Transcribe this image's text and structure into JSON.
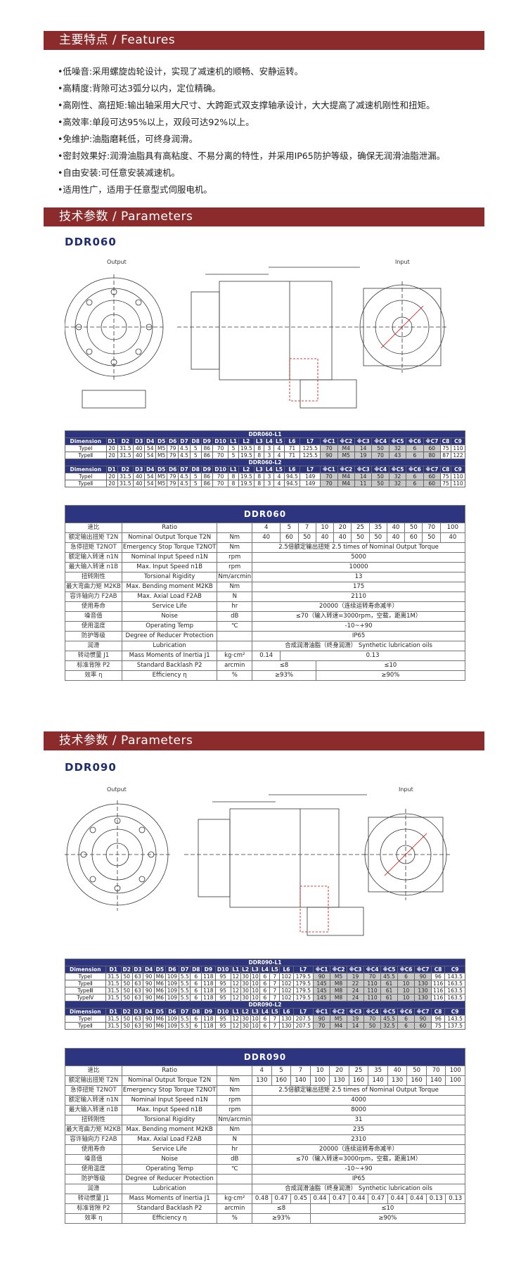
{
  "features_banner": "主要特点  / Features",
  "features": [
    "•低噪音:采用螺旋齿轮设计，实现了减速机的顺畅、安静运转。",
    "•高精度:背隙可达3弧分以内，定位精确。",
    "•高刚性、高扭矩:输出轴采用大尺寸、大跨距式双支撑轴承设计，大大提高了减速机刚性和扭矩。",
    "•高效率:单段可达95%以上，双段可达92%以上。",
    "•免维护:油脂磨耗低，可终身润滑。",
    "•密封效果好:润滑油脂具有高粘度、不易分离的特性，并采用IP65防护等级，确保无润滑油脂泄漏。",
    "•自由安装:可任意安装减速机。",
    "•适用性广，适用于任意型式伺服电机。"
  ],
  "params_banner": "技术参数  / Parameters",
  "dim_headers": [
    "Dimension",
    "D1",
    "D2",
    "D3",
    "D4",
    "D5",
    "D6",
    "D7",
    "D8",
    "D9",
    "D10",
    "L1",
    "L2",
    "L3",
    "L4",
    "L5",
    "L6",
    "L7",
    "※C1",
    "※C2",
    "※C3",
    "※C4",
    "※C5",
    "※C6",
    "※C7",
    "C8",
    "C9"
  ],
  "drawing_labels": {
    "output": "Output",
    "input": "Input"
  },
  "ddr060": {
    "model": "DDR060",
    "l1_title": "DDR060-L1",
    "l1_rows": [
      [
        "TypeⅠ",
        "20",
        "31.5",
        "40",
        "54",
        "M5",
        "79",
        "4.5",
        "5",
        "86",
        "70",
        "5",
        "19.5",
        "8",
        "3",
        "4",
        "71",
        "125.5",
        "70",
        "M4",
        "14",
        "50",
        "32",
        "6",
        "60",
        "75",
        "110"
      ],
      [
        "TypeⅡ",
        "20",
        "31.5",
        "40",
        "54",
        "M5",
        "79",
        "4.5",
        "5",
        "86",
        "70",
        "5",
        "19.5",
        "8",
        "3",
        "4",
        "71",
        "125.5",
        "90",
        "M5",
        "19",
        "70",
        "43",
        "6",
        "80",
        "87",
        "122"
      ]
    ],
    "l2_title": "DDR060-L2",
    "l2_rows": [
      [
        "TypeⅠ",
        "20",
        "31.5",
        "40",
        "54",
        "M5",
        "79",
        "4.5",
        "5",
        "86",
        "70",
        "8",
        "19.5",
        "8",
        "3",
        "4",
        "94.5",
        "149",
        "70",
        "M4",
        "14",
        "50",
        "32",
        "6",
        "60",
        "75",
        "110"
      ],
      [
        "TypeⅡ",
        "20",
        "31.5",
        "40",
        "54",
        "M5",
        "79",
        "4.5",
        "5",
        "86",
        "70",
        "8",
        "19.5",
        "8",
        "3",
        "4",
        "94.5",
        "149",
        "70",
        "M4",
        "11",
        "50",
        "32",
        "6",
        "60",
        "75",
        "110"
      ]
    ],
    "ratio_row1": [
      "4",
      "5",
      "7",
      "10",
      "20",
      "25",
      "35",
      "40",
      "50",
      "70",
      "100"
    ],
    "torque_row": [
      "40",
      "60",
      "50",
      "40",
      "40",
      "50",
      "50",
      "40",
      "60",
      "50",
      "40"
    ],
    "rows": {
      "ratio": [
        "速比",
        "Ratio",
        "",
        ""
      ],
      "torque": [
        "额定输出扭矩 T2N",
        "Nominal Output Torque T2N",
        "Nm"
      ],
      "stop": [
        "急停扭矩 T2NOT",
        "Emergency Stop Torque T2NOT",
        "Nm",
        "2.5倍额定输出扭矩  2.5 times of Nominal Output Torque"
      ],
      "nin": [
        "额定输入转速 n1N",
        "Nominal Input Speed n1N",
        "rpm",
        "5000"
      ],
      "maxin": [
        "最大输入转速 n1B",
        "Max. Input Speed n1B",
        "rpm",
        "10000"
      ],
      "rigid": [
        "扭转刚性",
        "Torsional Rigidity",
        "Nm/arcmin",
        "13"
      ],
      "bend": [
        "最大弯曲力矩 M2KB",
        "Max. Bending moment M2KB",
        "Nm",
        "175"
      ],
      "axial": [
        "容许轴向力 F2AB",
        "Max. Axial Load F2AB",
        "N",
        "2110"
      ],
      "life": [
        "使用寿命",
        "Service Life",
        "hr",
        "20000（连续运转寿命减半）"
      ],
      "noise": [
        "噪音值",
        "Noise",
        "dB",
        "≤70（输入转速=3000rpm，空载，距离1M）"
      ],
      "temp": [
        "使用温度",
        "Operating Temp",
        "℃",
        "-10~+90"
      ],
      "protect": [
        "防护等级",
        "Degree of Reducer Protection",
        "",
        "IP65"
      ],
      "lub": [
        "润滑",
        "Lubrication",
        "",
        "合成润滑油脂（终身润滑） Synthetic lubrication oils"
      ],
      "inertia": [
        "转动惯量 J1",
        "Mass Moments of Inertia J1",
        "kg·cm²",
        "0.14",
        "0.13"
      ],
      "backlash": [
        "标准背隙 P2",
        "Standard Backlash P2",
        "arcmin",
        "≤8",
        "≤10"
      ],
      "eff": [
        "效率 η",
        "Efficiency η",
        "%",
        "≥93%",
        "≥90%"
      ]
    }
  },
  "ddr090": {
    "model": "DDR090",
    "l1_title": "DDR090-L1",
    "l1_rows": [
      [
        "TypeⅠ",
        "31.5",
        "50",
        "63",
        "90",
        "M6",
        "109",
        "5.5",
        "6",
        "118",
        "95",
        "12",
        "30",
        "10",
        "6",
        "7",
        "102",
        "179.5",
        "90",
        "M5",
        "19",
        "70",
        "45.5",
        "6",
        "90",
        "96",
        "143.5"
      ],
      [
        "TypeⅡ",
        "31.5",
        "50",
        "63",
        "90",
        "M6",
        "109",
        "5.5",
        "6",
        "118",
        "95",
        "12",
        "30",
        "10",
        "6",
        "7",
        "102",
        "179.5",
        "145",
        "M8",
        "22",
        "110",
        "61",
        "10",
        "130",
        "116",
        "163.5"
      ],
      [
        "TypeⅢ",
        "31.5",
        "50",
        "63",
        "90",
        "M6",
        "109",
        "5.5",
        "6",
        "118",
        "95",
        "12",
        "30",
        "10",
        "6",
        "7",
        "102",
        "179.5",
        "145",
        "M8",
        "24",
        "110",
        "61",
        "10",
        "130",
        "116",
        "163.5"
      ],
      [
        "TypeⅣ",
        "31.5",
        "50",
        "63",
        "90",
        "M6",
        "109",
        "5.5",
        "6",
        "118",
        "95",
        "12",
        "30",
        "10",
        "6",
        "7",
        "102",
        "179.5",
        "145",
        "M8",
        "24",
        "110",
        "61",
        "10",
        "130",
        "116",
        "163.5"
      ]
    ],
    "l2_title": "DDR090-L2",
    "l2_rows": [
      [
        "TypeⅠ",
        "31.5",
        "50",
        "63",
        "90",
        "M6",
        "109",
        "5.5",
        "6",
        "118",
        "95",
        "12",
        "30",
        "10",
        "6",
        "7",
        "130",
        "207.5",
        "90",
        "M5",
        "19",
        "70",
        "45.5",
        "6",
        "90",
        "96",
        "143.5"
      ],
      [
        "TypeⅡ",
        "31.5",
        "50",
        "63",
        "90",
        "M6",
        "109",
        "5.5",
        "6",
        "118",
        "95",
        "12",
        "30",
        "10",
        "6",
        "7",
        "130",
        "207.5",
        "70",
        "M4",
        "14",
        "50",
        "32.5",
        "6",
        "60",
        "75",
        "137.5"
      ]
    ],
    "ratio_row1": [
      "4",
      "5",
      "7",
      "10",
      "20",
      "25",
      "35",
      "40",
      "50",
      "70",
      "100"
    ],
    "torque_row": [
      "130",
      "160",
      "140",
      "100",
      "130",
      "160",
      "140",
      "130",
      "160",
      "140",
      "100"
    ],
    "rows": {
      "ratio": [
        "速比",
        "Ratio",
        "",
        ""
      ],
      "torque": [
        "额定输出扭矩 T2N",
        "Nominal Output Torque T2N",
        "Nm"
      ],
      "stop": [
        "急停扭矩 T2NOT",
        "Emergency Stop Torque T2NOT",
        "Nm",
        "2.5倍额定输出扭矩  2.5 times of Nominal Output Torque"
      ],
      "nin": [
        "额定输入转速 n1N",
        "Nominal Input Speed n1N",
        "rpm",
        "4000"
      ],
      "maxin": [
        "最大输入转速 n1B",
        "Max. Input Speed n1B",
        "rpm",
        "8000"
      ],
      "rigid": [
        "扭转刚性",
        "Torsional Rigidity",
        "Nm/arcmin",
        "31"
      ],
      "bend": [
        "最大弯曲力矩 M2KB",
        "Max. Bending moment M2KB",
        "Nm",
        "235"
      ],
      "axial": [
        "容许轴向力 F2AB",
        "Max. Axial Load F2AB",
        "N",
        "2310"
      ],
      "life": [
        "使用寿命",
        "Service Life",
        "hr",
        "20000（连续运转寿命减半）"
      ],
      "noise": [
        "噪音值",
        "Noise",
        "dB",
        "≤70（输入转速=3000rpm，空载，距离1M）"
      ],
      "temp": [
        "使用温度",
        "Operating Temp",
        "℃",
        "-10~+90"
      ],
      "protect": [
        "防护等级",
        "Degree of Reducer Protection",
        "",
        "IP65"
      ],
      "lub": [
        "润滑",
        "Lubrication",
        "",
        "合成润滑油脂（终身润滑） Synthetic lubrication oils"
      ],
      "inertia_vals": [
        "0.48",
        "0.47",
        "0.45",
        "0.44",
        "0.47",
        "0.44",
        "0.47",
        "0.44",
        "0.44",
        "0.13",
        "0.13"
      ],
      "inertia": [
        "转动惯量 J1",
        "Mass Moments of Inertia J1",
        "kg·cm²"
      ],
      "backlash": [
        "标准背隙 P2",
        "Standard Backlash P2",
        "arcmin",
        "≤8",
        "≤10"
      ],
      "eff": [
        "效率 η",
        "Efficiency η",
        "%",
        "≥93%",
        "≥90%"
      ]
    }
  }
}
